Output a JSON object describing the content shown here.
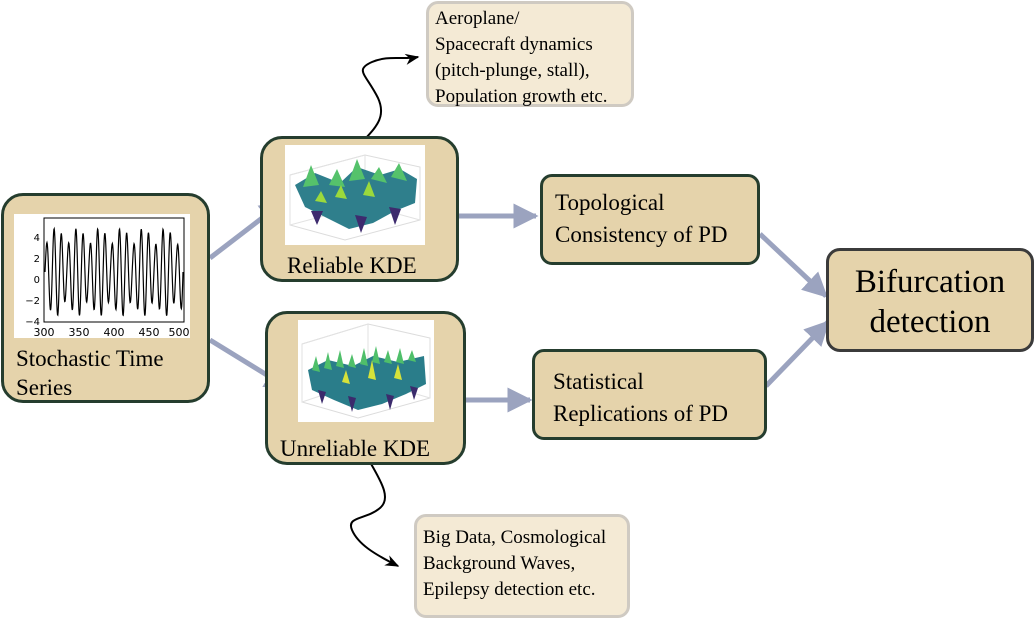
{
  "nodes": {
    "time_series": {
      "label_line1": "Stochastic Time",
      "label_line2": "Series"
    },
    "reliable_kde": {
      "label": "Reliable KDE"
    },
    "unreliable_kde": {
      "label": "Unreliable KDE"
    },
    "topological": {
      "line1": "Topological",
      "line2": "Consistency of PD"
    },
    "statistical": {
      "line1": "Statistical",
      "line2": "Replications of PD"
    },
    "bifurcation": {
      "line1": "Bifurcation",
      "line2": "detection"
    }
  },
  "notes": {
    "top": {
      "lines": [
        "Aeroplane/",
        "Spacecraft dynamics",
        "(pitch-plunge, stall),",
        "Population growth etc."
      ]
    },
    "bottom": {
      "lines": [
        "Big Data, Cosmological",
        "Background Waves,",
        "Epilepsy detection etc."
      ]
    }
  },
  "time_series_plot": {
    "x_ticks": [
      "300",
      "350",
      "400",
      "450",
      "500"
    ],
    "y_ticks": [
      "4",
      "2",
      "0",
      "−2",
      "−4"
    ]
  },
  "colors": {
    "node_fill": "#e5d3ab",
    "node_border": "#253d2e",
    "arrow": "#9ba3bf",
    "note_fill": "#f4ead5",
    "note_border": "#cfcac2"
  }
}
